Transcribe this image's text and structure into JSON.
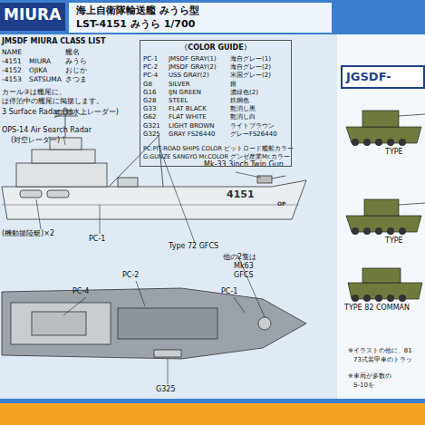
{
  "diagram": {
    "nodes": [
      {
        "text": [
          "MIURA"
        ]
      },
      {
        "text": [
          "〈COLOR GUIDE〉"
        ]
      },
      {
        "text": [
          "JGSDF-"
        ]
      }
    ],
    "labels": [
      "JMSDF MIURA CLASS LIST",
      "NAME",
      "艦名",
      "-4151",
      "MIURA",
      "みうら",
      "-4152",
      "OJIKA",
      "おじか",
      "-4153",
      "SATSUMA",
      "さつま",
      "カール③は艦尾に、",
      "は停泊中の艦尾に掲揚します。",
      "3 Surface Radar (対水上レーダー)",
      "OPS-14 Air Search Radar",
      "(対空レーダー)",
      "Mk-33 3inch Twin Gun",
      "4151",
      "OP",
      "(機動揚陸艇)×2",
      "PC-1",
      "Type 72 GFCS",
      "他の2隻は",
      "Mk63",
      "GFCS",
      "PC-2",
      "PC-4",
      "PC-1",
      "G325",
      "PC-1",
      "JMSDF GRAY(1)",
      "海自グレー(1)",
      "PC-2",
      "JMSDF GRAY(2)",
      "海自グレー(2)",
      "PC-4",
      "USS GRAY(2)",
      "米国グレー(2)",
      "G8",
      "SILVER",
      "銀",
      "G16",
      "IJN GREEN",
      "濃緑色(2)",
      "G28",
      "STEEL",
      "鉄鋼色",
      "G33",
      "FLAT BLACK",
      "艶消し黒",
      "G62",
      "FLAT WHITE",
      "艶消し白",
      "G321",
      "LIGHT BROWN",
      "ライトブラウン",
      "G325",
      "GRAY FS26440",
      "グレーFS26440",
      "PC:PIT-ROAD SHIPS COLOR ピットロード艦船カラー",
      "G:GUNZE SANGYO Mr.COLOR グンゼ産業Mr.カラー",
      "TYPE",
      "TYPE",
      "TYPE 82 COMMAN",
      "※イラストの他に、81",
      "73式装甲車のトラッ",
      "※車両が多数の",
      "S-10を",
      "海上自衛隊輸送艦 みうら型",
      "LST-4151 みうら 1/700"
    ]
  }
}
